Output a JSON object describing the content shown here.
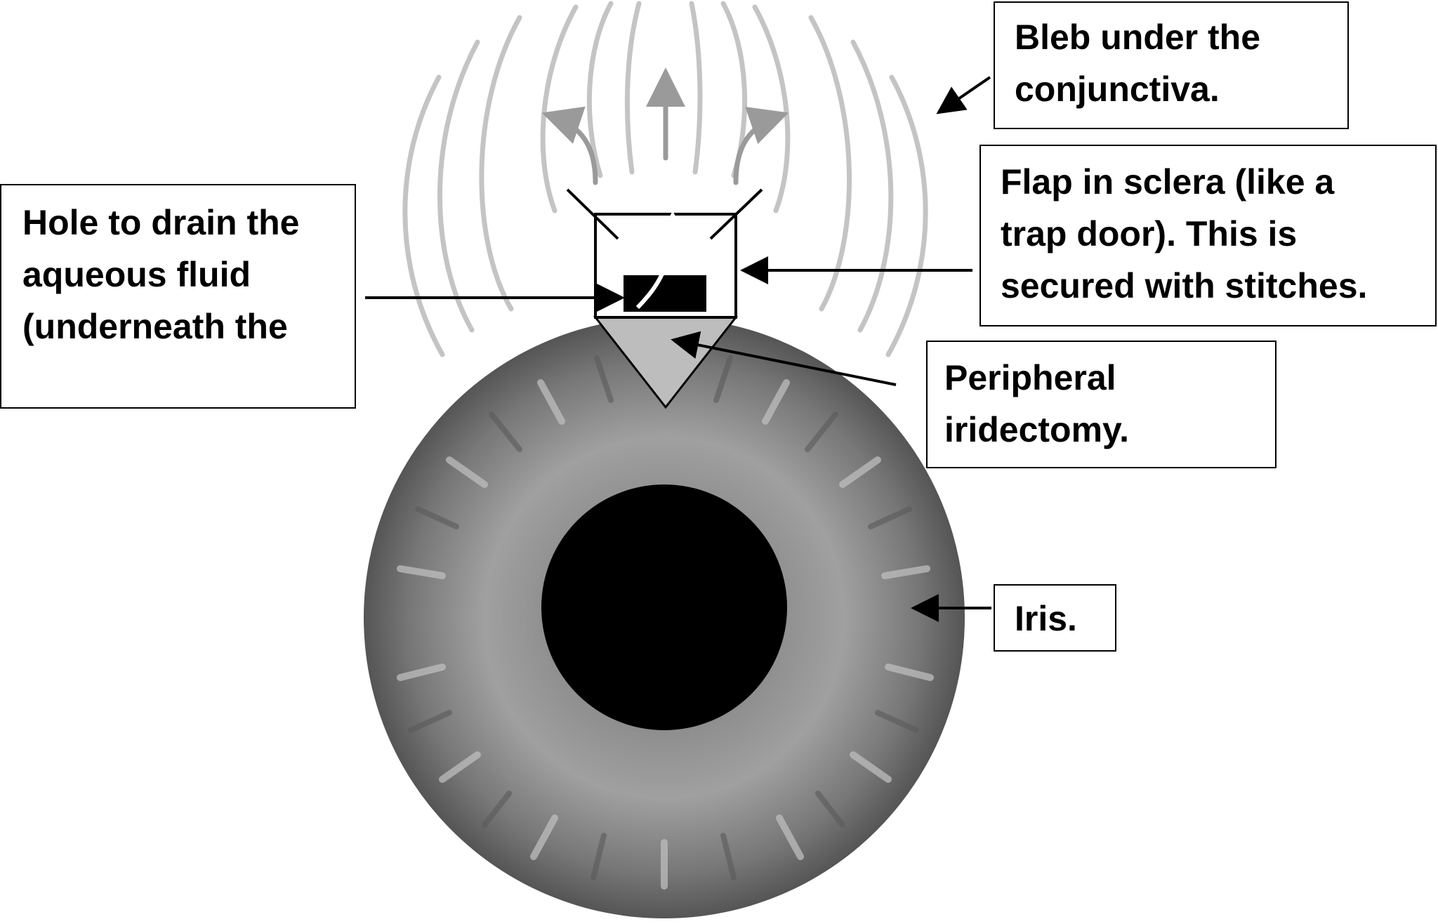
{
  "labels": {
    "bleb": "Bleb under the\nconjunctiva.",
    "flap": "Flap in sclera (like a\ntrap door). This is\nsecured with stitches.",
    "hole": "Hole to drain the\naqueous fluid\n(underneath the",
    "peripheral_iridectomy": "Peripheral\niridectomy.",
    "iris": "Iris."
  },
  "colors": {
    "bleb_lines": "#c4c4c4",
    "flow_arrows": "#9a9a9a",
    "iris_outer": "#5f5f5f",
    "iris_light": "#a8a8a8",
    "pupil": "#000000",
    "iridectomy": "#bdbdbd",
    "line": "#000000"
  }
}
